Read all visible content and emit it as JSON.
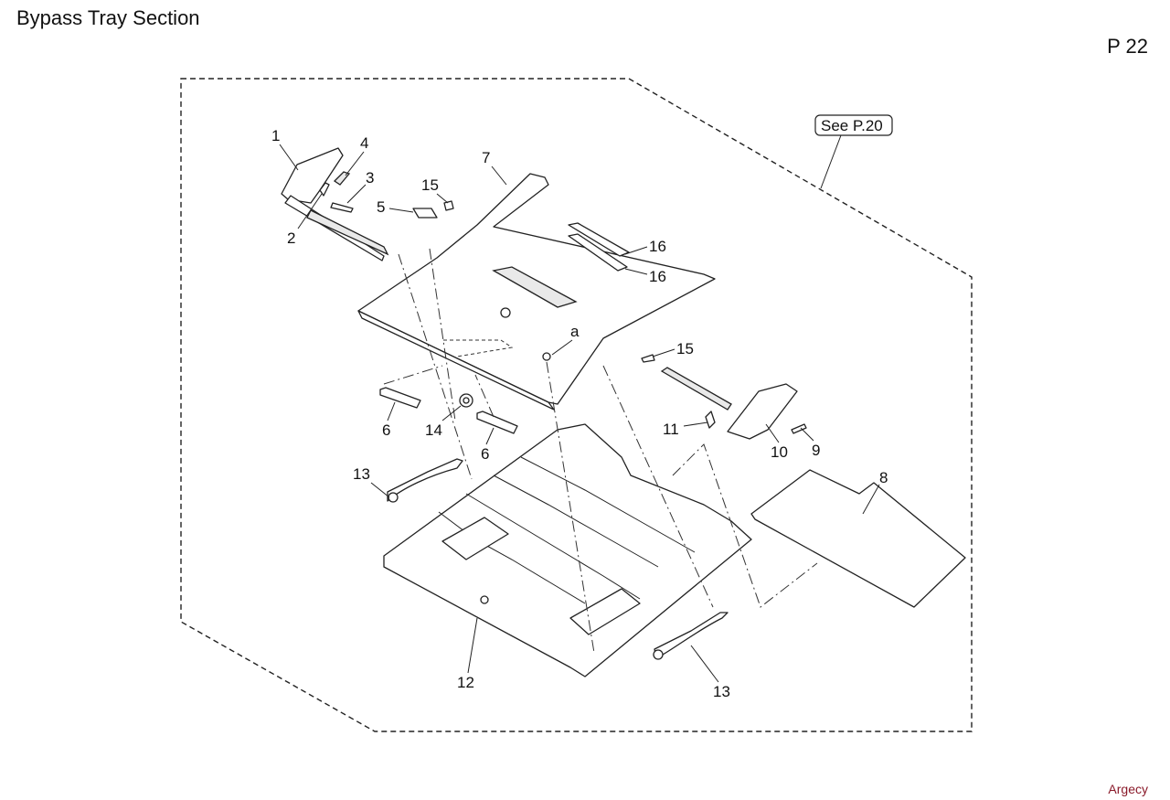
{
  "header": {
    "title": "Bypass Tray Section",
    "page_number": "P 22"
  },
  "reference": {
    "label": "See P.20"
  },
  "footer": {
    "watermark": "Argecy"
  },
  "diagram": {
    "type": "exploded-parts-view",
    "callouts": [
      {
        "id": "c1",
        "label": "1"
      },
      {
        "id": "c2",
        "label": "2"
      },
      {
        "id": "c3",
        "label": "3"
      },
      {
        "id": "c4",
        "label": "4"
      },
      {
        "id": "c5",
        "label": "5"
      },
      {
        "id": "c6a",
        "label": "6"
      },
      {
        "id": "c6b",
        "label": "6"
      },
      {
        "id": "c7",
        "label": "7"
      },
      {
        "id": "c8",
        "label": "8"
      },
      {
        "id": "c9",
        "label": "9"
      },
      {
        "id": "c10",
        "label": "10"
      },
      {
        "id": "c11",
        "label": "11"
      },
      {
        "id": "c12",
        "label": "12"
      },
      {
        "id": "c13a",
        "label": "13"
      },
      {
        "id": "c13b",
        "label": "13"
      },
      {
        "id": "c14",
        "label": "14"
      },
      {
        "id": "c15a",
        "label": "15"
      },
      {
        "id": "c15b",
        "label": "15"
      },
      {
        "id": "c16a",
        "label": "16"
      },
      {
        "id": "c16b",
        "label": "16"
      },
      {
        "id": "ca",
        "label": "a"
      }
    ]
  },
  "colors": {
    "line": "#222222",
    "watermark": "#8a1a2a"
  }
}
